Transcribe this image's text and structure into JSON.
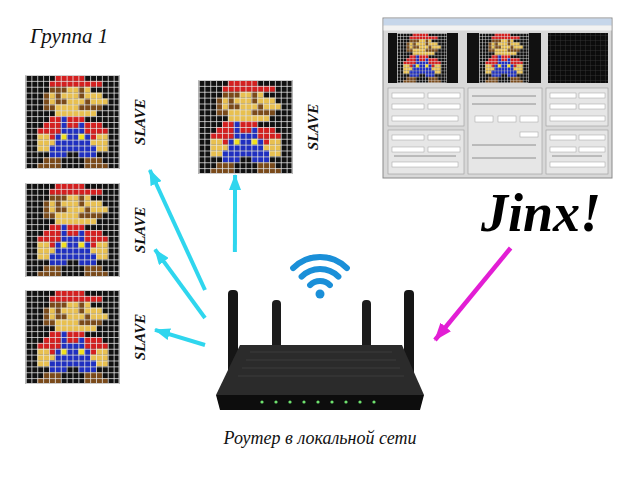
{
  "diagram": {
    "title": "Группа 1",
    "nodes": [
      {
        "text": [
          "SLAVE"
        ]
      },
      {
        "text": [
          "SLAVE"
        ]
      },
      {
        "text": [
          "SLAVE"
        ]
      },
      {
        "text": [
          "SLAVE"
        ]
      },
      {
        "text": [
          "Jinx!"
        ]
      },
      {
        "text": [
          "Роутер в локальной сети"
        ]
      }
    ],
    "edges": [
      {
        "from": 5,
        "to": 0,
        "arrow": "to"
      },
      {
        "from": 5,
        "to": 1,
        "arrow": "to"
      },
      {
        "from": 5,
        "to": 2,
        "arrow": "to"
      },
      {
        "from": 5,
        "to": 3,
        "arrow": "to"
      },
      {
        "from": 4,
        "to": 5,
        "arrow": "to"
      }
    ]
  }
}
